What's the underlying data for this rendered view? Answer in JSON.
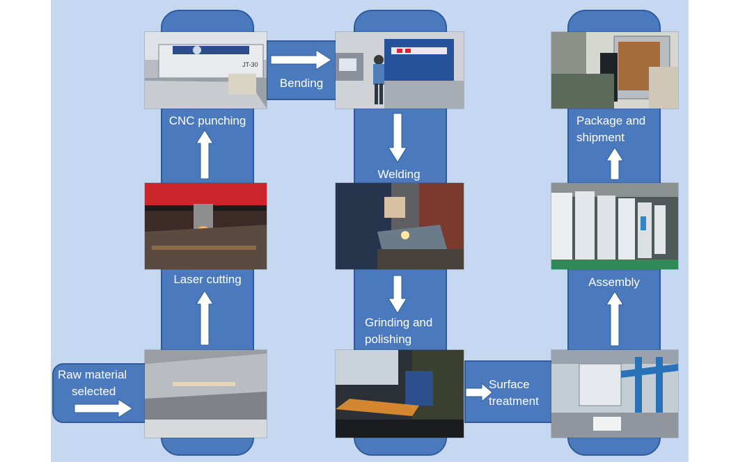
{
  "steps": {
    "raw_material": "Raw material selected",
    "raw_material_line1": "Raw material",
    "raw_material_line2": "selected",
    "laser_cutting": "Laser cutting",
    "cnc_punching": "CNC punching",
    "bending": "Bending",
    "welding": "Welding",
    "grinding_line1": "Grinding and",
    "grinding_line2": "polishing",
    "surface_line1": "Surface",
    "surface_line2": "treatment",
    "assembly": "Assembly",
    "package_line1": "Package and",
    "package_line2": "shipment"
  },
  "photo_text": {
    "machine_model": "JT-30"
  },
  "colors": {
    "background": "#c5d7f1",
    "band_fill": "#4a7abd",
    "band_border": "#2e5b99",
    "label_text": "#ffffff",
    "arrow_fill": "#ffffff"
  }
}
